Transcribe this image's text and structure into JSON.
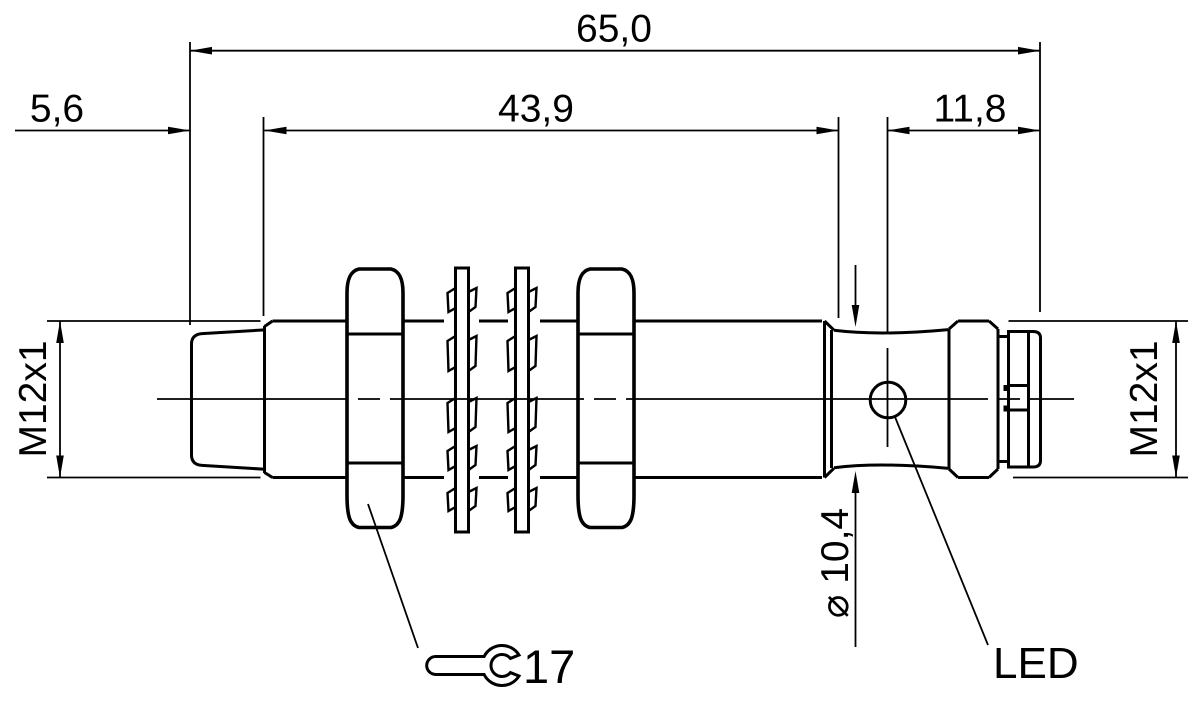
{
  "drawing": {
    "kind": "technical dimension drawing, cylindrical M12 sensor side view",
    "units": "mm (comma decimal)",
    "colors": {
      "line": "#000000",
      "background": "#ffffff"
    }
  },
  "dims": {
    "overall": "65,0",
    "head": "5,6",
    "thread": "43,9",
    "rear": "11,8",
    "thread_size_front": "M12x1",
    "thread_size_rear": "M12x1",
    "neck_dia": "⌀ 10,4",
    "wrench": "17"
  },
  "labels": {
    "led": "LED"
  }
}
